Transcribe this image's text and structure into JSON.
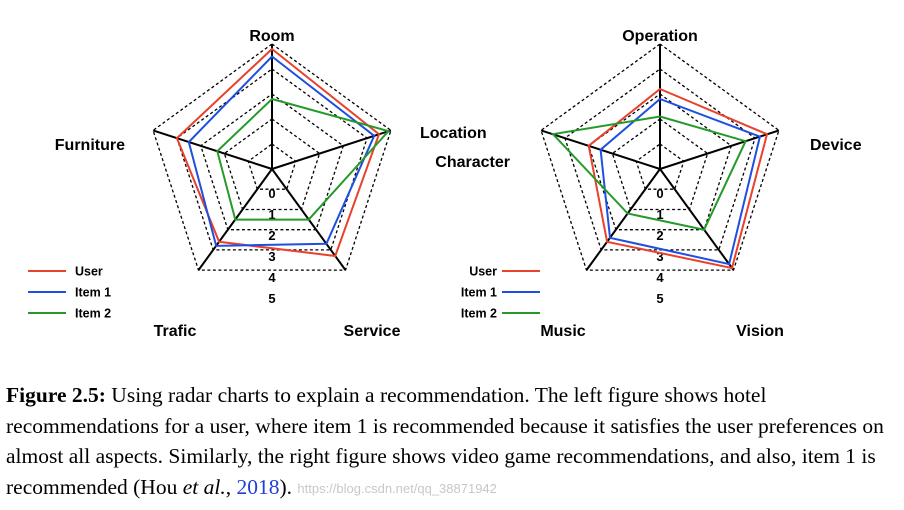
{
  "chart_data": [
    {
      "type": "radar",
      "axes": [
        "Room",
        "Location",
        "Service",
        "Trafic",
        "Furniture"
      ],
      "scale_labels": [
        "0",
        "1",
        "2",
        "3",
        "4",
        "5"
      ],
      "range": [
        0,
        5
      ],
      "grid": true,
      "legend_position": "bottom-left",
      "series": [
        {
          "name": "User",
          "color": "#e8412c",
          "values": [
            4.8,
            4.5,
            4.3,
            3.6,
            4.0
          ]
        },
        {
          "name": "Item 1",
          "color": "#1f4fe0",
          "values": [
            4.5,
            4.3,
            3.7,
            3.8,
            3.5
          ]
        },
        {
          "name": "Item 2",
          "color": "#259a2a",
          "values": [
            2.8,
            4.9,
            2.5,
            2.5,
            2.3
          ]
        }
      ]
    },
    {
      "type": "radar",
      "axes": [
        "Operation",
        "Device",
        "Vision",
        "Music",
        "Character"
      ],
      "scale_labels": [
        "0",
        "1",
        "2",
        "3",
        "4",
        "5"
      ],
      "range": [
        0,
        5
      ],
      "grid": true,
      "legend_position": "bottom-left",
      "series": [
        {
          "name": "User",
          "color": "#e8412c",
          "values": [
            3.2,
            4.5,
            4.9,
            3.6,
            3.0
          ]
        },
        {
          "name": "Item 1",
          "color": "#1f4fe0",
          "values": [
            2.8,
            4.2,
            4.7,
            3.4,
            2.5
          ]
        },
        {
          "name": "Item 2",
          "color": "#259a2a",
          "values": [
            2.1,
            3.6,
            3.0,
            2.2,
            4.5
          ]
        }
      ]
    }
  ],
  "caption": {
    "label": "Figure 2.5:",
    "text_before": " Using radar charts to explain a recommendation. The left figure shows hotel recommendations for a user, where item 1 is recommended because it satisfies the user preferences on almost all aspects. Similarly, the right figure shows video game recommendations, and also, item 1 is recommended (Hou ",
    "etal": "et al.",
    "text_mid": ", ",
    "year": "2018",
    "text_after": ").",
    "watermark": "https://blog.csdn.net/qq_38871942"
  }
}
